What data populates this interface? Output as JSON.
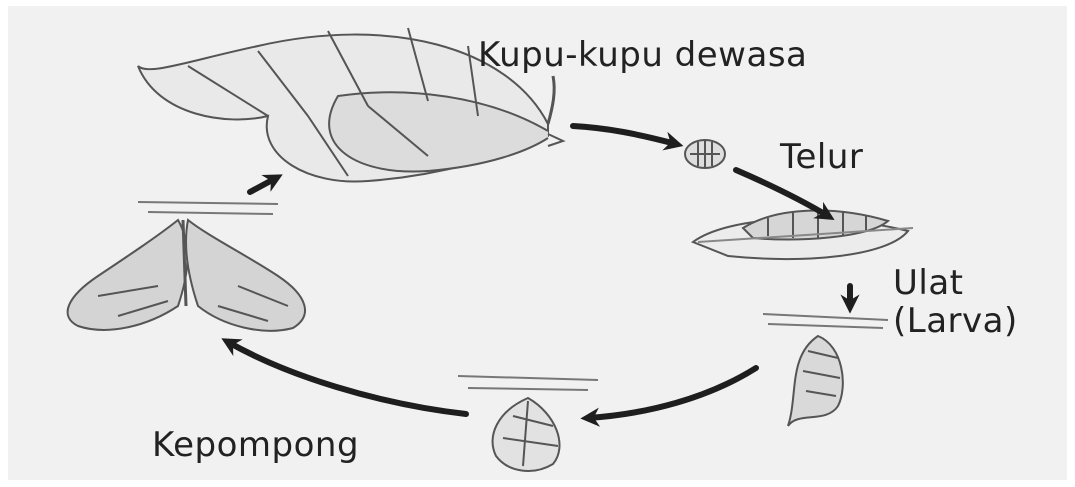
{
  "labels": {
    "adult": "Kupu-kupu dewasa",
    "egg": "Telur",
    "larva": "Ulat\n(Larva)",
    "pupa": "Kepompong"
  },
  "colors": {
    "background": "#f1f1f1",
    "ink": "#1e1e1e",
    "sketch": "#555555"
  }
}
